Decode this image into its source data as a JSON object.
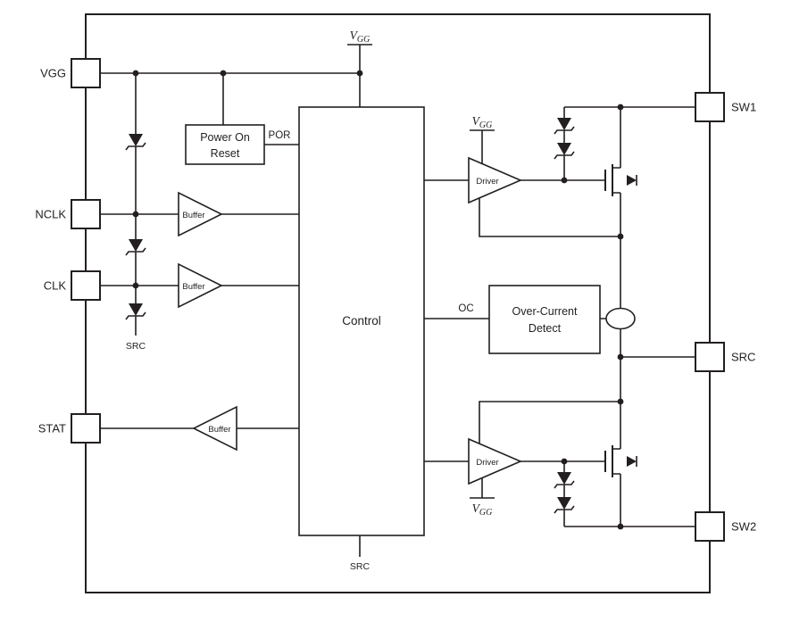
{
  "diagram": {
    "colors": {
      "background": "#ffffff",
      "stroke": "#231f20"
    },
    "pins": {
      "vgg": "VGG",
      "nclk": "NCLK",
      "clk": "CLK",
      "stat": "STAT",
      "sw1": "SW1",
      "src": "SRC",
      "sw2": "SW2"
    },
    "blocks": {
      "power_on_reset_line1": "Power On",
      "power_on_reset_line2": "Reset",
      "control": "Control",
      "over_current_line1": "Over-Current",
      "over_current_line2": "Detect",
      "buffer": "Buffer",
      "driver": "Driver"
    },
    "nets": {
      "por": "POR",
      "oc": "OC",
      "v": "V",
      "gg": "GG",
      "src": "SRC"
    }
  }
}
